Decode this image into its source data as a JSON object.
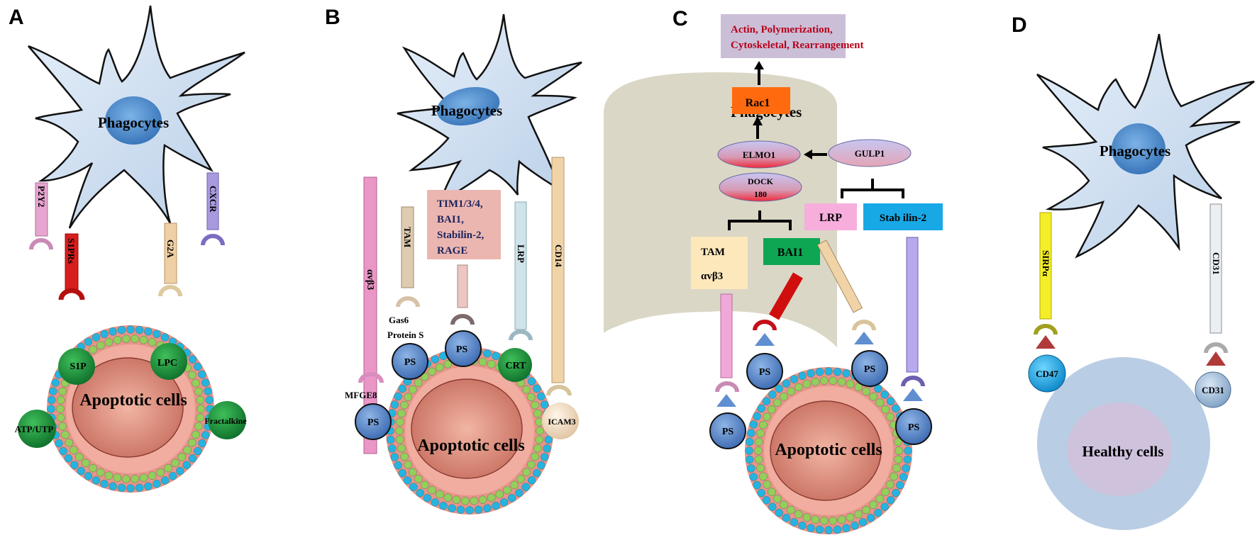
{
  "figure": {
    "panels": [
      {
        "letter": "A",
        "phagocyte_label": "Phagocytes",
        "receptors": [
          "P2Y2",
          "S1PRs",
          "G2A",
          "CXCR"
        ],
        "ligands": [
          "S1P",
          "LPC",
          "ATP/UTP",
          "Fractalkine"
        ],
        "target_cell_label": "Apoptotic cells"
      },
      {
        "letter": "B",
        "phagocyte_label": "Phagocytes",
        "receptors": [
          "αvβ3",
          "TAM",
          "LRP",
          "CD14"
        ],
        "receptor_box_lines": [
          "TIM1/3/4,",
          "BAI1,",
          "Stabilin-2,",
          "RAGE"
        ],
        "bridging": [
          "MFGE8",
          "Gas6",
          "Protein S"
        ],
        "ligands": [
          "PS",
          "PS",
          "PS",
          "CRT",
          "ICAM3"
        ],
        "target_cell_label": "Apoptotic cells"
      },
      {
        "letter": "C",
        "output_box_lines": [
          "Actin, Polymerization,",
          "Cytoskeletal, Rearrangement"
        ],
        "rac_label": "Rac1",
        "phagocyte_label": "Phagocytes",
        "elmo_label": "ELMO1",
        "gulp_label": "GULP1",
        "dock_lines": [
          "DOCK",
          "180"
        ],
        "tam_box_lines": [
          "TAM",
          "αvβ3"
        ],
        "bai_label": "BAI1",
        "lrp_label": "LRP",
        "stabilin_label": "Stab ilin-2",
        "ligands": [
          "PS",
          "PS",
          "PS",
          "PS"
        ],
        "target_cell_label": "Apoptotic cells"
      },
      {
        "letter": "D",
        "phagocyte_label": "Phagocytes",
        "receptors": [
          "SIRPα",
          "CD31"
        ],
        "ligands": [
          "CD47",
          "CD31"
        ],
        "target_cell_label": "Healthy cells"
      }
    ]
  }
}
